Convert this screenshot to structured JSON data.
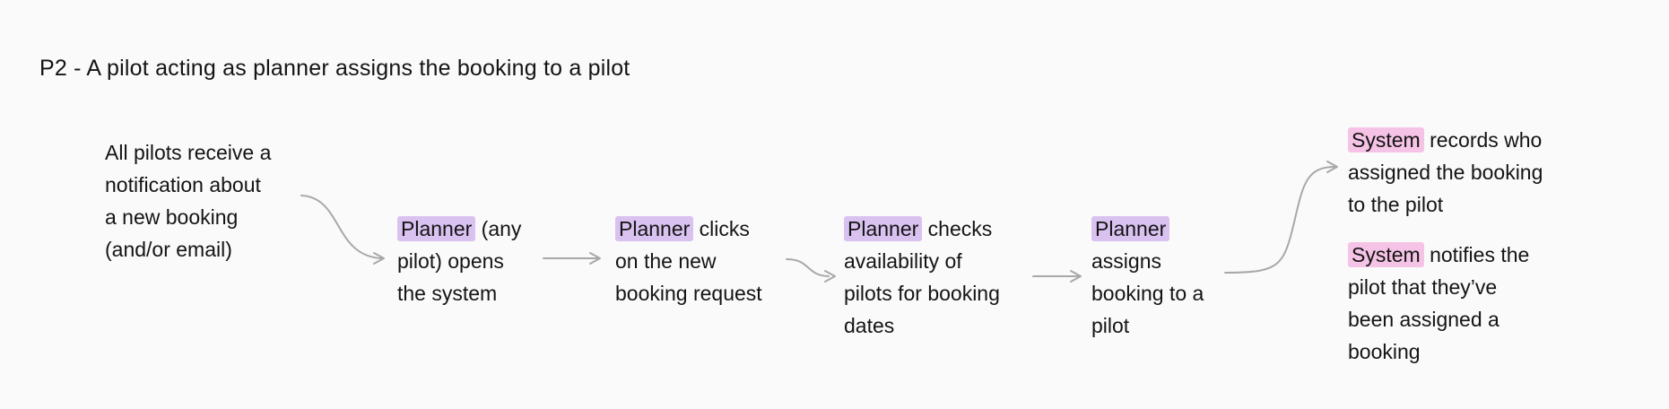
{
  "title": "P2 - A pilot acting as planner assigns the booking to a pilot",
  "colors": {
    "canvas_background": "#fafafa",
    "highlight_planner": "#d9c2f0",
    "highlight_system": "#f5c3e5",
    "arrow": "#a8a8a8",
    "text": "#141414"
  },
  "steps": [
    {
      "id": "notification",
      "lines": [
        "All pilots receive a",
        "notification about",
        "a new booking",
        "(and/or email)"
      ]
    },
    {
      "id": "planner-opens-system",
      "keyword": "Planner",
      "first_line_rest": " (any",
      "lines": [
        "pilot) opens",
        "the system"
      ]
    },
    {
      "id": "planner-clicks-request",
      "keyword": "Planner",
      "first_line_rest": " clicks",
      "lines": [
        "on the new",
        "booking request"
      ]
    },
    {
      "id": "planner-checks-availability",
      "keyword": "Planner",
      "first_line_rest": " checks",
      "lines": [
        "availability of",
        "pilots for booking",
        "dates"
      ]
    },
    {
      "id": "planner-assigns-pilot",
      "keyword": "Planner",
      "first_line_rest": "",
      "lines": [
        "assigns",
        "booking to a",
        "pilot"
      ]
    },
    {
      "id": "system-records-assignment",
      "keyword": "System",
      "first_line_rest": " records who",
      "lines": [
        "assigned the booking",
        "to the pilot"
      ]
    },
    {
      "id": "system-notifies-pilot",
      "keyword": "System",
      "first_line_rest": " notifies the",
      "lines": [
        "pilot that they’ve",
        "been assigned a",
        "booking"
      ]
    }
  ]
}
